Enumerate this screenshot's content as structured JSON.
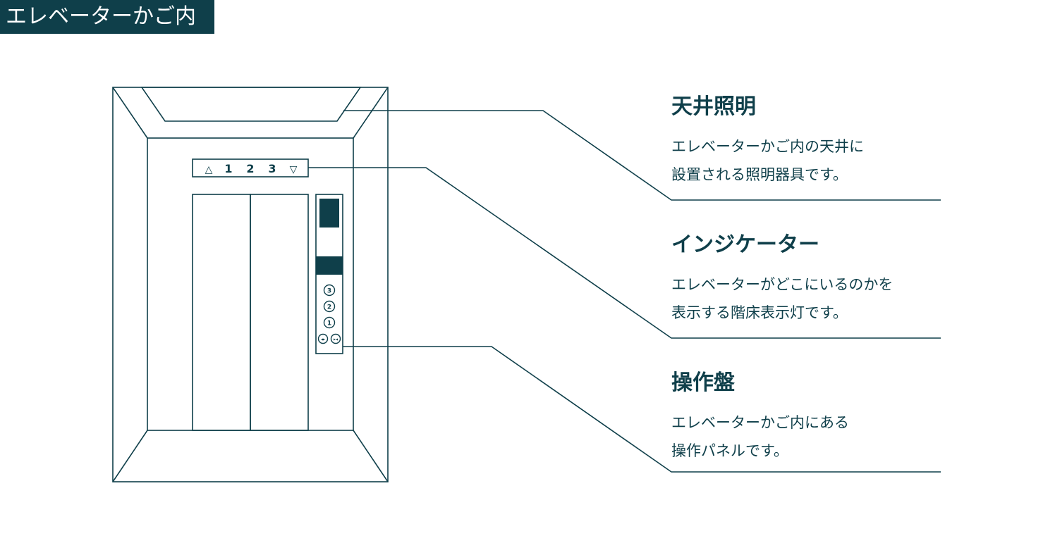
{
  "title": "エレベーターかご内",
  "indicator": {
    "up_symbol": "△",
    "floors": [
      "1",
      "2",
      "3"
    ],
    "down_symbol": "▽"
  },
  "panel": {
    "floor_buttons": [
      "3",
      "2",
      "1"
    ],
    "open_symbol": "◂▸",
    "close_symbol": "▸◂"
  },
  "callouts": [
    {
      "heading": "天井照明",
      "line1": "エレベーターかご内の天井に",
      "line2": "設置される照明器具です。"
    },
    {
      "heading": "インジケーター",
      "line1": "エレベーターがどこにいるのかを",
      "line2": "表示する階床表示灯です。"
    },
    {
      "heading": "操作盤",
      "line1": "エレベーターかご内にある",
      "line2": "操作パネルです。"
    }
  ],
  "colors": {
    "primary": "#0f3f4a",
    "background": "#ffffff"
  }
}
